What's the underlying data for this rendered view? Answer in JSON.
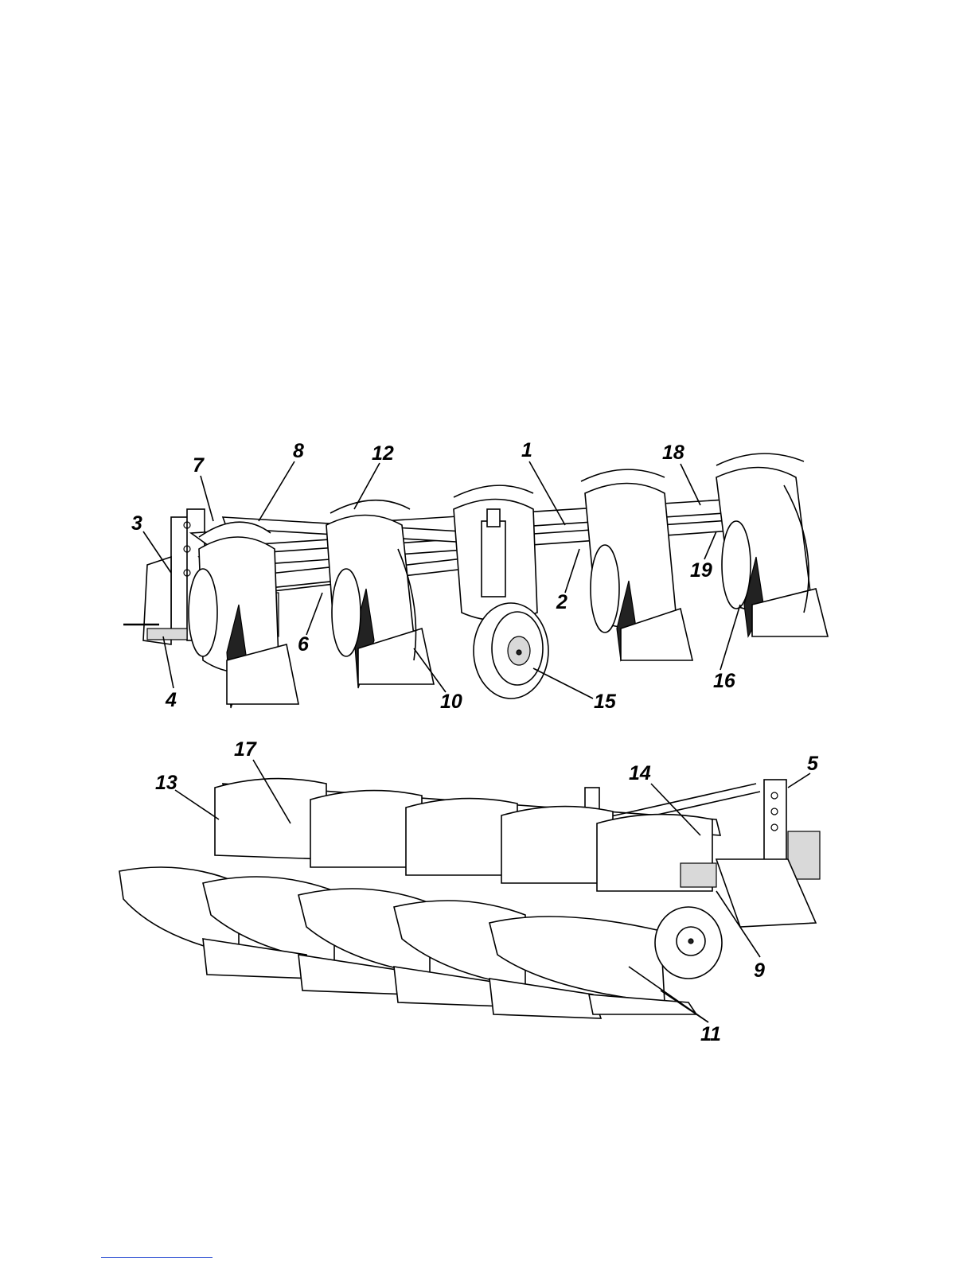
{
  "callouts": {
    "top": [
      "8",
      "12",
      "1",
      "18",
      "7",
      "3",
      "19",
      "2",
      "6",
      "16",
      "4",
      "10",
      "15"
    ],
    "bottom": [
      "17",
      "13",
      "14",
      "5",
      "9",
      "11"
    ]
  },
  "colors": {
    "ink": "#000000",
    "paper": "#ffffff",
    "footnote_rule": "#3b5bd6"
  }
}
